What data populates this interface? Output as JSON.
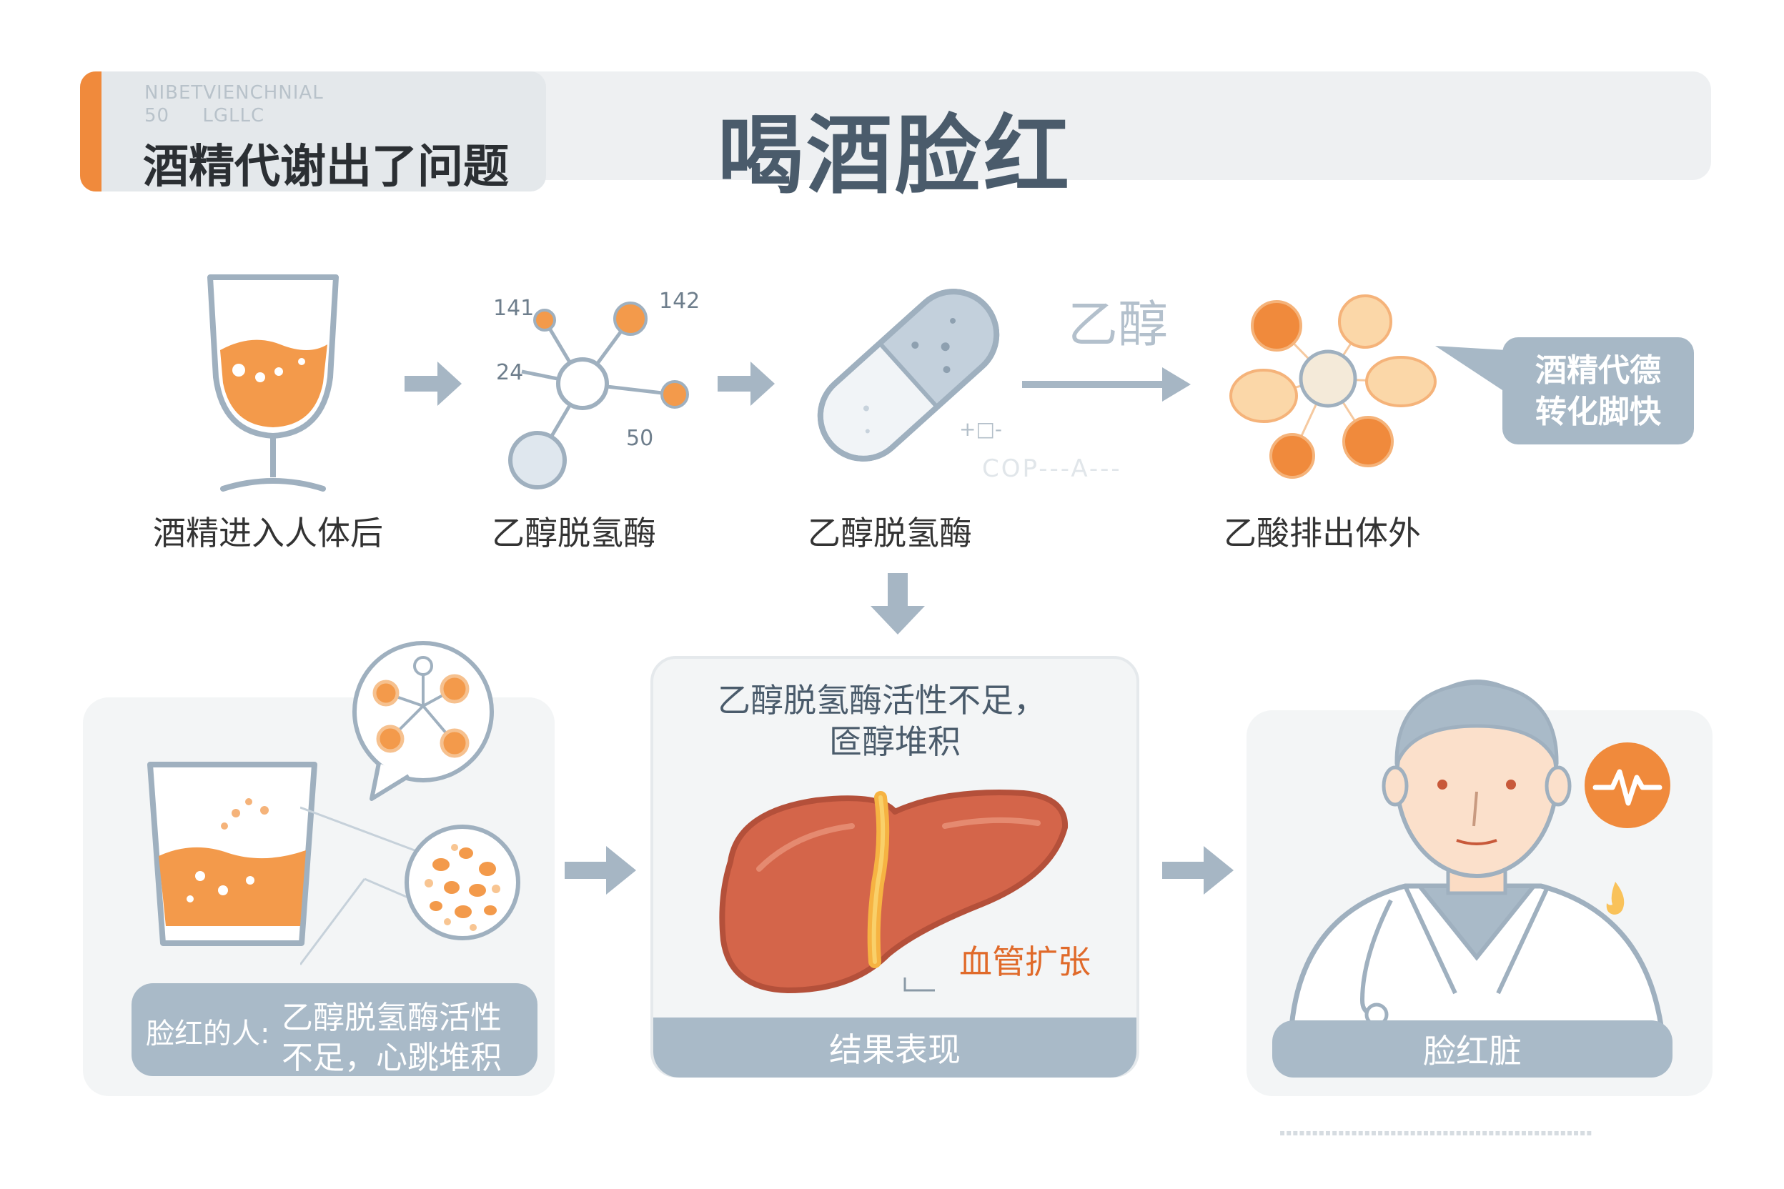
{
  "title": "喝酒脸红",
  "subtitle": "酒精代谢出了问题",
  "header_noise": [
    "NIBETVIENCHNIAL",
    "50",
    "LGLLC"
  ],
  "steps": [
    {
      "label": "酒精进入人体后",
      "icon": "wine-glass-icon"
    },
    {
      "label": "乙醇脱氢酶",
      "icon": "molecule-icon",
      "tags": [
        "141",
        "142",
        "24",
        "50"
      ]
    },
    {
      "label": "乙醇脱氢酶",
      "icon": "capsule-icon"
    },
    {
      "label": "乙酸排出体外",
      "icon": "particles-icon"
    }
  ],
  "arrow_label": "乙醇",
  "capsule_noise": [
    "+□-",
    "COP---A---"
  ],
  "callout": {
    "line1": "酒精代德",
    "line2": "转化脚快"
  },
  "panels": {
    "left": {
      "label_prefix": "脸红的人:",
      "line1": "乙醇脱氢酶活性",
      "line2": "不足，心跳堆积"
    },
    "center": {
      "heading_line1": "乙醇脱氢酶活性不足，",
      "heading_line2": "匼醇堆积",
      "annotation": "血管扩张",
      "pill": "结果表现"
    },
    "right": {
      "pill": "脸红脏"
    }
  },
  "colors": {
    "accent": "#f08a3c",
    "slate": "#a9bac8",
    "title": "#4a5b6b",
    "liver": "#d4654a"
  }
}
